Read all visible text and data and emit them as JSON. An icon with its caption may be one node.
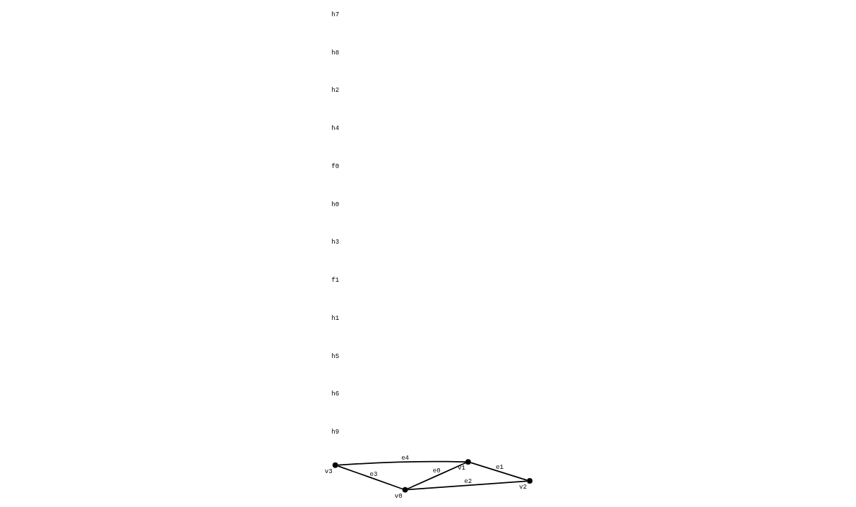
{
  "diagram": {
    "nodes": [
      {
        "text": [],
        "shape": "circle",
        "beside": [
          "v1"
        ]
      },
      {
        "text": [],
        "shape": "circle",
        "beside": [
          "v3"
        ]
      },
      {
        "text": [],
        "shape": "circle",
        "beside": [
          "v2"
        ]
      },
      {
        "text": [],
        "shape": "circle",
        "beside": [
          "v0"
        ]
      }
    ],
    "edges": [
      {
        "from": 3,
        "to": 0,
        "arrow": "none",
        "label": "e0"
      },
      {
        "from": 0,
        "to": 2,
        "arrow": "none",
        "label": "e1"
      },
      {
        "from": 3,
        "to": 2,
        "arrow": "none",
        "label": "e2"
      },
      {
        "from": 1,
        "to": 3,
        "arrow": "none",
        "label": "e3"
      },
      {
        "from": 1,
        "to": 0,
        "arrow": "none",
        "label": "e4"
      }
    ],
    "labels": [
      "h9",
      "h6",
      "h5",
      "h1",
      "f1",
      "h3",
      "h0",
      "f0",
      "h4",
      "h2",
      "h8",
      "h7"
    ]
  }
}
